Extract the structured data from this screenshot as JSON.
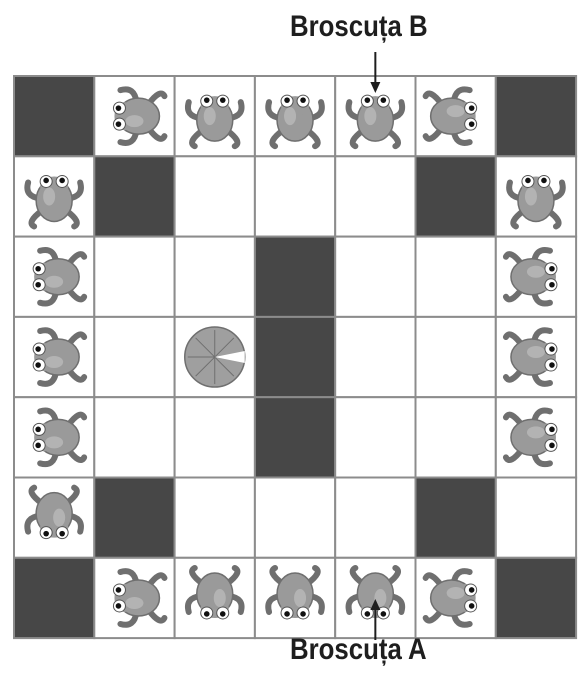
{
  "labels": {
    "frog_b": "Broscuța B",
    "frog_a": "Broscuța A"
  },
  "board": {
    "rows": 7,
    "cols": 7,
    "colors": {
      "dark_cell": "#474747",
      "light_cell": "#ffffff",
      "grid_line": "#8c8c8c",
      "frog_body": "#9a9a9a",
      "frog_shade": "#6f6f6f",
      "lily_pad": "#9f9f9f"
    },
    "dark_cells": [
      [
        0,
        0
      ],
      [
        0,
        6
      ],
      [
        1,
        1
      ],
      [
        1,
        5
      ],
      [
        2,
        3
      ],
      [
        3,
        3
      ],
      [
        4,
        3
      ],
      [
        5,
        1
      ],
      [
        5,
        5
      ],
      [
        6,
        0
      ],
      [
        6,
        6
      ]
    ],
    "lily_pads": [
      [
        3,
        2
      ]
    ],
    "frogs": [
      {
        "row": 0,
        "col": 1,
        "facing": "left"
      },
      {
        "row": 0,
        "col": 2,
        "facing": "up"
      },
      {
        "row": 0,
        "col": 3,
        "facing": "up"
      },
      {
        "row": 0,
        "col": 4,
        "facing": "up"
      },
      {
        "row": 0,
        "col": 5,
        "facing": "right"
      },
      {
        "row": 1,
        "col": 0,
        "facing": "up"
      },
      {
        "row": 1,
        "col": 6,
        "facing": "up"
      },
      {
        "row": 2,
        "col": 0,
        "facing": "left"
      },
      {
        "row": 2,
        "col": 6,
        "facing": "right"
      },
      {
        "row": 3,
        "col": 0,
        "facing": "left"
      },
      {
        "row": 3,
        "col": 6,
        "facing": "right"
      },
      {
        "row": 4,
        "col": 0,
        "facing": "left"
      },
      {
        "row": 4,
        "col": 6,
        "facing": "right"
      },
      {
        "row": 5,
        "col": 0,
        "facing": "down"
      },
      {
        "row": 6,
        "col": 1,
        "facing": "left"
      },
      {
        "row": 6,
        "col": 2,
        "facing": "down"
      },
      {
        "row": 6,
        "col": 3,
        "facing": "down"
      },
      {
        "row": 6,
        "col": 4,
        "facing": "down"
      },
      {
        "row": 6,
        "col": 5,
        "facing": "right"
      }
    ],
    "arrows": [
      {
        "label": "frog_b",
        "row": 0,
        "col": 4,
        "side": "top"
      },
      {
        "label": "frog_a",
        "row": 6,
        "col": 4,
        "side": "bottom"
      }
    ]
  }
}
